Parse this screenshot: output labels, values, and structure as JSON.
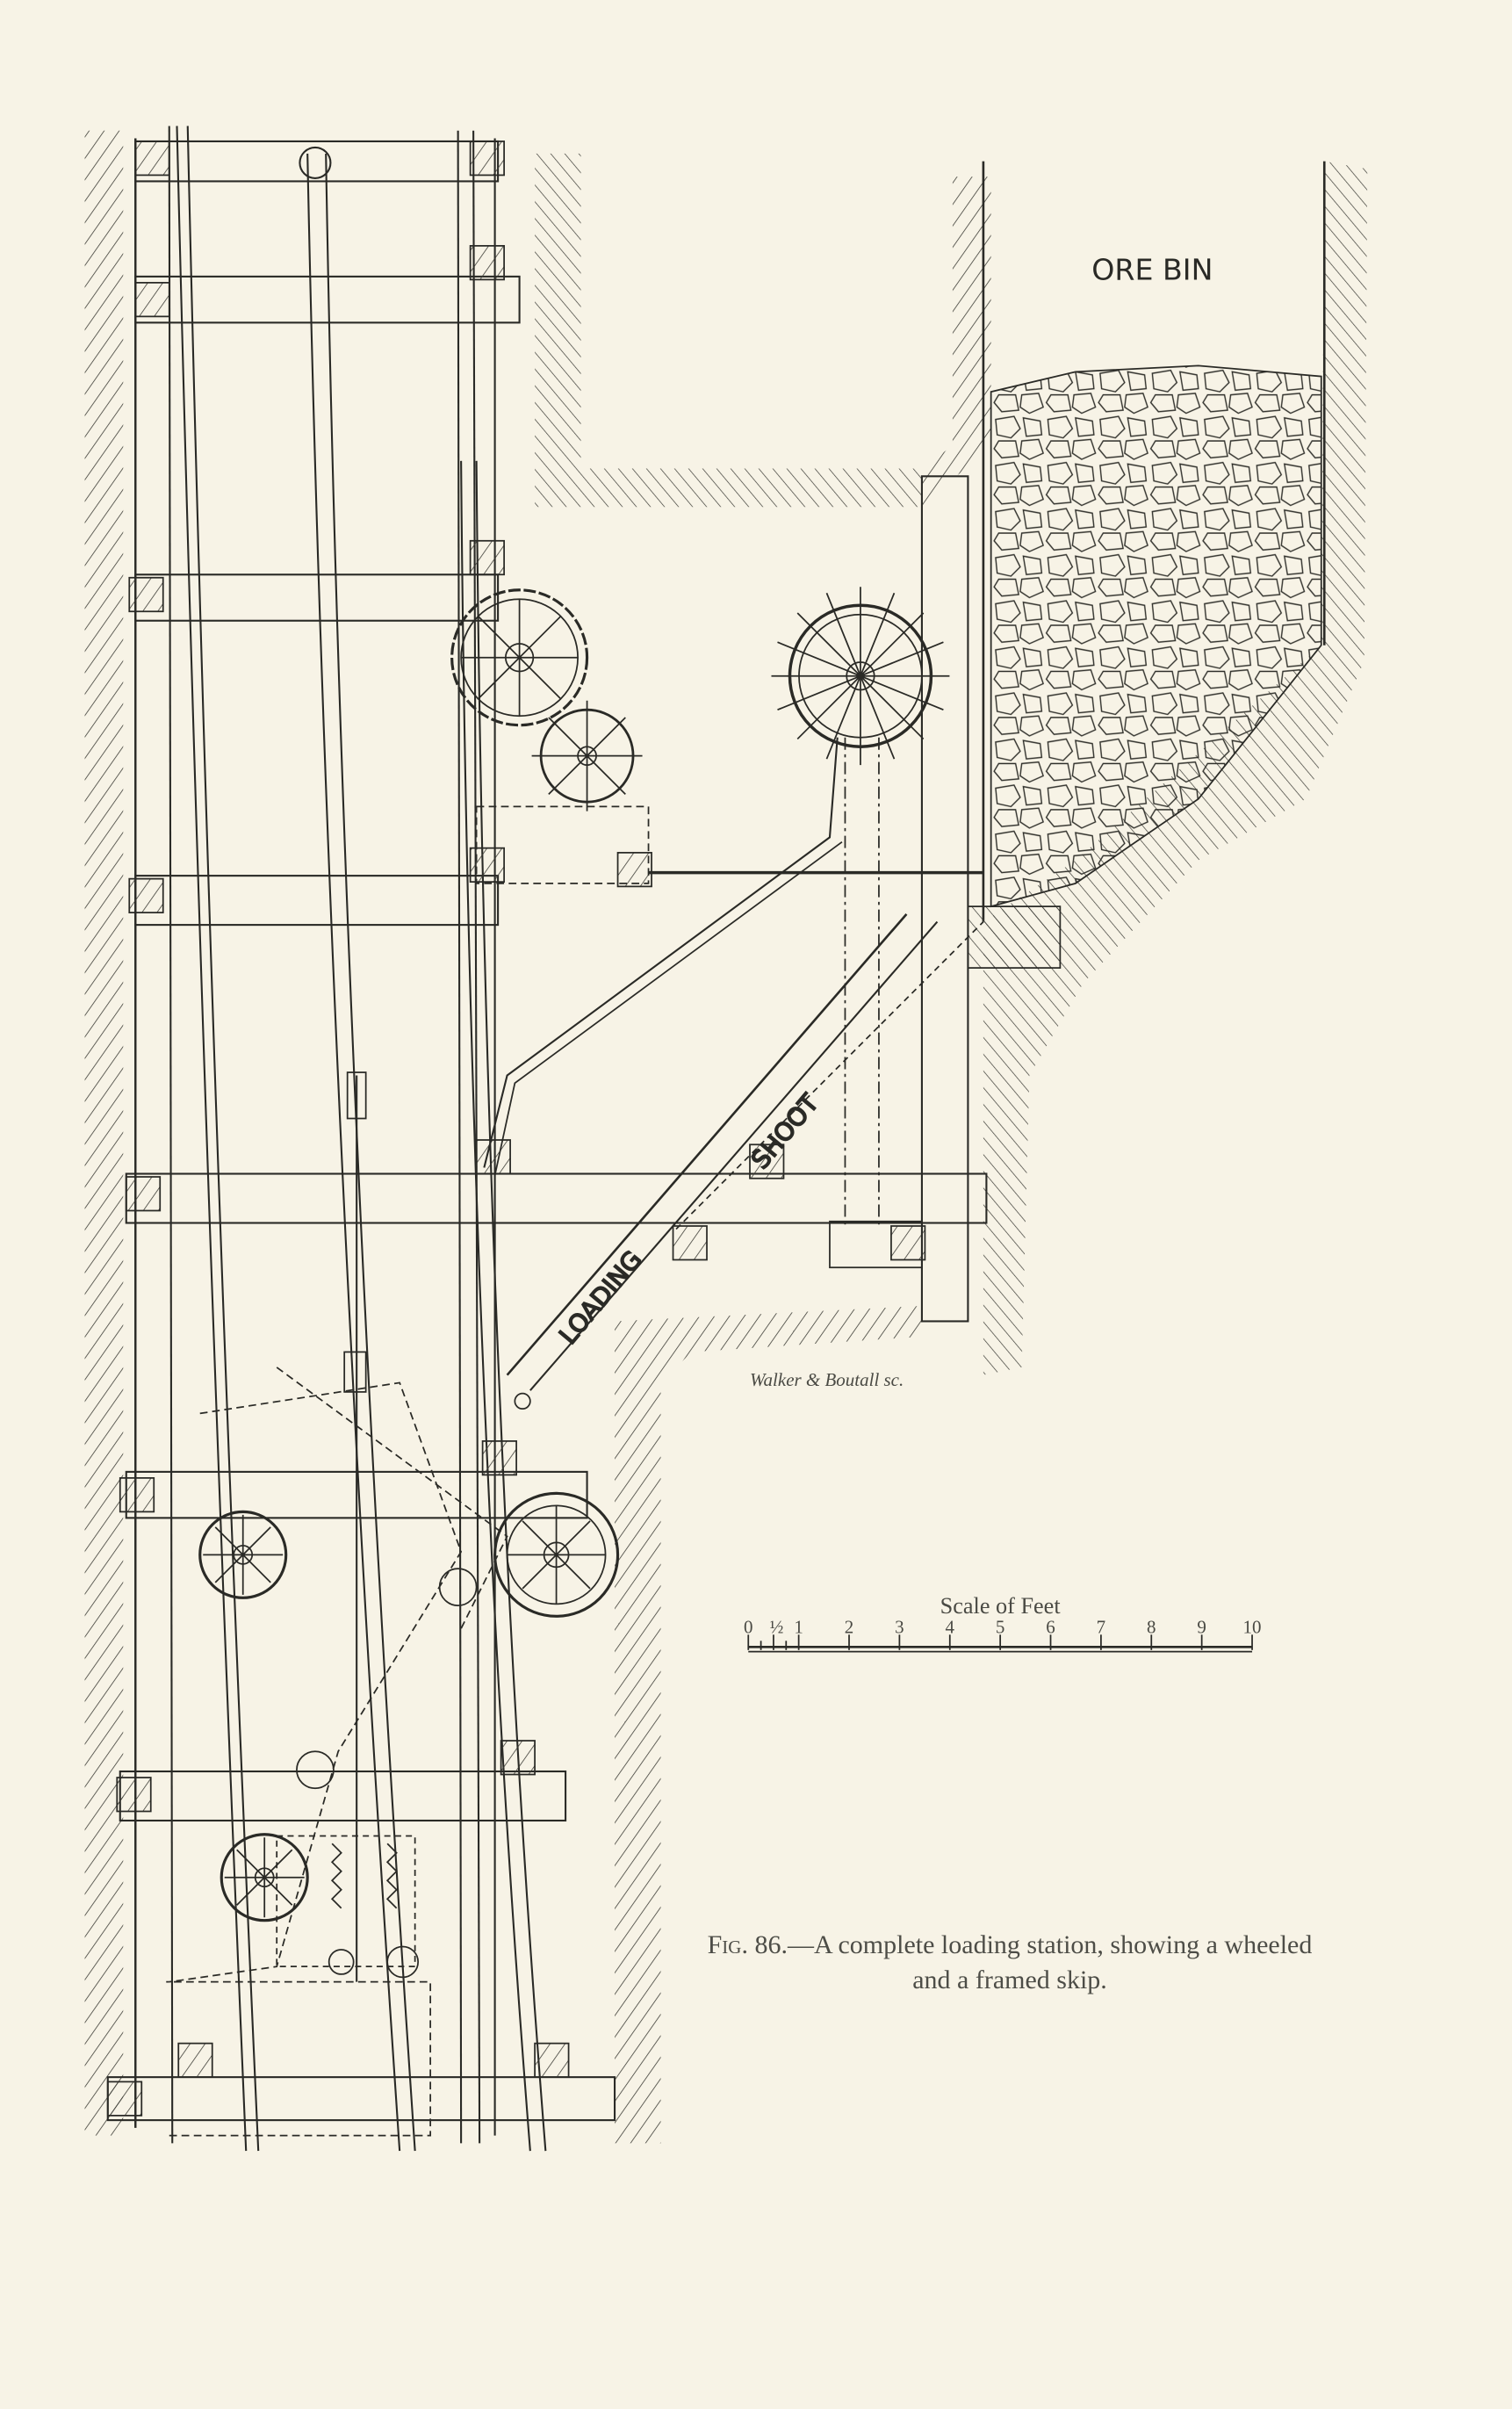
{
  "figure": {
    "labels": {
      "ore_bin": "ORE BIN",
      "shoot": "SHOOT",
      "loading": "LOADING"
    },
    "engraver_signature": "Walker & Boutall sc."
  },
  "scale_bar": {
    "title": "Scale of Feet",
    "tick_labels": [
      "0",
      "½",
      "1",
      "2",
      "3",
      "4",
      "5",
      "6",
      "7",
      "8",
      "9",
      "10"
    ],
    "tick_values": [
      0,
      0.5,
      1,
      2,
      3,
      4,
      5,
      6,
      7,
      8,
      9,
      10
    ],
    "unit": "feet"
  },
  "caption": {
    "fig_label": "Fig. 86.",
    "text": "—A complete loading station, showing a wheeled and a framed skip."
  },
  "colors": {
    "paper": "#f7f3e6",
    "ink": "#2a2a26"
  }
}
